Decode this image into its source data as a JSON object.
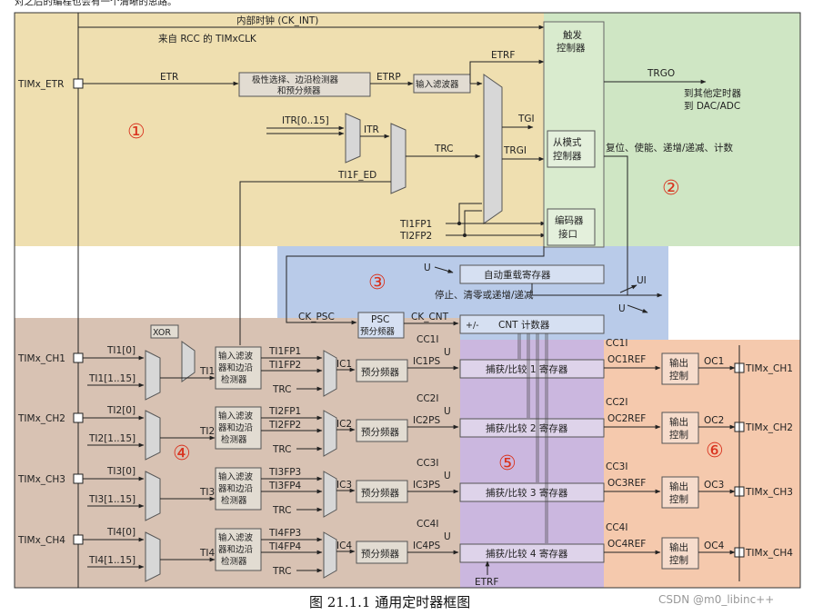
{
  "top_text": "对之后的编程也会有一个清晰的思路。",
  "caption": "图 21.1.1  通用定时器框图",
  "watermark": "CSDN @m0_libinc++",
  "colors": {
    "z1": "#efdfb0",
    "z2": "#cfe6c4",
    "z3": "#b9cbe9",
    "z4": "#d8c2b3",
    "z5": "#cbb7df",
    "z6": "#f5c9ad"
  },
  "zones": {
    "z1": "①",
    "z2": "②",
    "z3": "③",
    "z4": "④",
    "z5": "⑤",
    "z6": "⑥"
  },
  "inputs": {
    "etr": "TIMx_ETR",
    "ch1": "TIMx_CH1",
    "ch2": "TIMx_CH2",
    "ch3": "TIMx_CH3",
    "ch4": "TIMx_CH4"
  },
  "outputs": {
    "ch1": "TIMx_CH1",
    "ch2": "TIMx_CH2",
    "ch3": "TIMx_CH3",
    "ch4": "TIMx_CH4"
  },
  "clock": {
    "ck_int": "内部时钟 (CK_INT)",
    "rcc": "来自 RCC 的 TIMxCLK",
    "etr": "ETR",
    "etrp": "ETRP",
    "etrf": "ETRF",
    "polarity": [
      "极性选择、边沿检测器",
      "和预分频器"
    ],
    "filter": "输入滤波器",
    "itr_in": "ITR[0..15]",
    "itr": "ITR",
    "trc": "TRC",
    "tgi": "TGI",
    "trgi": "TRGI",
    "ti1f_ed": "TI1F_ED",
    "ti1fp1": "TI1FP1",
    "ti2fp2": "TI2FP2",
    "etrf_bottom": "ETRF"
  },
  "ctrl": {
    "trigger": [
      "触发",
      "控制器"
    ],
    "trgo": "TRGO",
    "trgo_to": [
      "到其他定时器",
      "到 DAC/ADC"
    ],
    "slave": [
      "从模式",
      "控制器"
    ],
    "slave_out": "复位、使能、递增/递减、计数",
    "encoder": [
      "编码器",
      "接口"
    ]
  },
  "counter": {
    "arr": "自动重载寄存器",
    "u": "U",
    "ui": "UI",
    "stop": "停止、清零或递增/递减",
    "ck_psc": "CK_PSC",
    "psc": [
      "PSC",
      "预分频器"
    ],
    "ck_cnt": "CK_CNT",
    "pm": "+/-",
    "cnt": "CNT 计数器"
  },
  "inputstage": {
    "xor": "XOR",
    "det": [
      "输入滤波",
      "器和边沿",
      "检测器"
    ],
    "psc": "预分频器",
    "trc": "TRC"
  },
  "channels": [
    {
      "ti0": "TI1[0]",
      "tin": "TI1[1..15]",
      "ti": "TI1",
      "fpa": "TI1FP1",
      "fpb": "TI1FP2",
      "ic": "IC1",
      "icps": "IC1PS",
      "cc": "CC1I",
      "reg": "捕获/比较 1 寄存器",
      "ocref": "OC1REF",
      "oc": "OC1",
      "outctl": [
        "输出",
        "控制"
      ]
    },
    {
      "ti0": "TI2[0]",
      "tin": "TI2[1..15]",
      "ti": "TI2",
      "fpa": "TI2FP1",
      "fpb": "TI2FP2",
      "ic": "IC2",
      "icps": "IC2PS",
      "cc": "CC2I",
      "reg": "捕获/比较 2 寄存器",
      "ocref": "OC2REF",
      "oc": "OC2",
      "outctl": [
        "输出",
        "控制"
      ]
    },
    {
      "ti0": "TI3[0]",
      "tin": "TI3[1..15]",
      "ti": "TI3",
      "fpa": "TI3FP3",
      "fpb": "TI3FP4",
      "ic": "IC3",
      "icps": "IC3PS",
      "cc": "CC3I",
      "reg": "捕获/比较 3 寄存器",
      "ocref": "OC3REF",
      "oc": "OC3",
      "outctl": [
        "输出",
        "控制"
      ]
    },
    {
      "ti0": "TI4[0]",
      "tin": "TI4[1..15]",
      "ti": "TI4",
      "fpa": "TI4FP3",
      "fpb": "TI4FP4",
      "ic": "IC4",
      "icps": "IC4PS",
      "cc": "CC4I",
      "reg": "捕获/比较 4 寄存器",
      "ocref": "OC4REF",
      "oc": "OC4",
      "outctl": [
        "输出",
        "控制"
      ]
    }
  ]
}
